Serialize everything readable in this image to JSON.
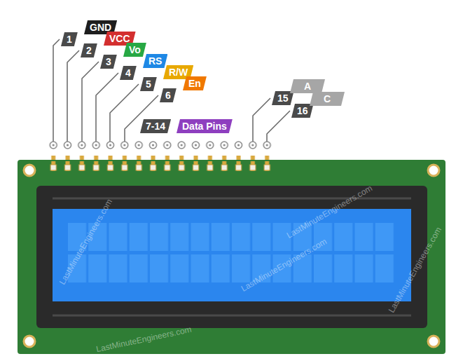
{
  "diagram": {
    "labels": [
      "1",
      "GND",
      "2",
      "VCC",
      "3",
      "Vo",
      "4",
      "RS",
      "5",
      "R/W",
      "6",
      "En",
      "7-14",
      "Data Pins",
      "15",
      "A",
      "16",
      "C",
      "LastMinuteEngineers.com",
      "LastMinuteEngineers.com",
      "LastMinuteEngineers.com",
      "LastMinuteEngineers.com",
      "LastMinuteEngineers.com"
    ]
  }
}
